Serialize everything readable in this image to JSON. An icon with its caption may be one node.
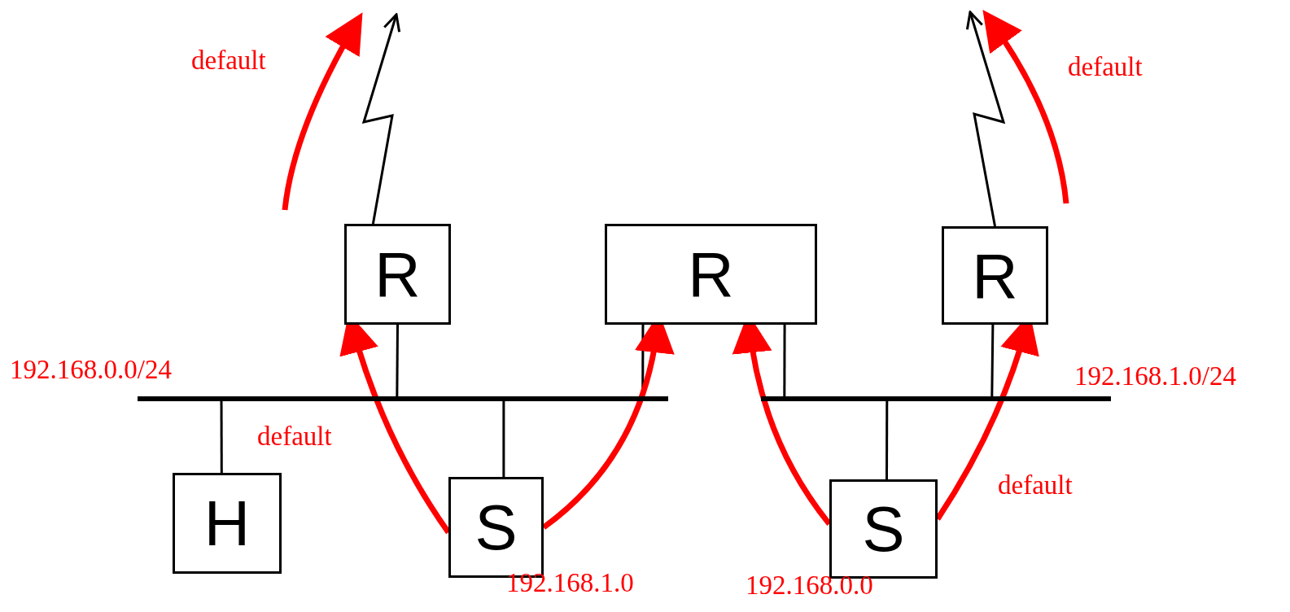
{
  "diagram": {
    "nodes": [
      {
        "text": [
          "R"
        ]
      },
      {
        "text": [
          "R"
        ]
      },
      {
        "text": [
          "R"
        ]
      },
      {
        "text": [],
        "shape": "bar",
        "beside": [
          "192.168.0.0/24"
        ]
      },
      {
        "text": [],
        "shape": "bar",
        "beside": [
          "192.168.1.0/24"
        ]
      },
      {
        "text": [
          "H"
        ]
      },
      {
        "text": [
          "S"
        ]
      },
      {
        "text": [
          "S"
        ]
      }
    ],
    "edges": [
      {
        "from": 0,
        "to": 3,
        "arrow": "none"
      },
      {
        "from": 5,
        "to": 3,
        "arrow": "none"
      },
      {
        "from": 6,
        "to": 3,
        "arrow": "none"
      },
      {
        "from": 1,
        "to": 3,
        "arrow": "none"
      },
      {
        "from": 1,
        "to": 4,
        "arrow": "none"
      },
      {
        "from": 7,
        "to": 4,
        "arrow": "none"
      },
      {
        "from": 2,
        "to": 4,
        "arrow": "none"
      },
      {
        "from": 0,
        "to": null,
        "arrow": "to"
      },
      {
        "from": 2,
        "to": null,
        "arrow": "to"
      },
      {
        "from": 6,
        "to": 0,
        "arrow": "to",
        "label": "default",
        "style": "thick",
        "color": "#ff0000"
      },
      {
        "from": 6,
        "to": 1,
        "arrow": "to",
        "label": "192.168.1.0",
        "style": "thick",
        "color": "#ff0000"
      },
      {
        "from": 7,
        "to": 1,
        "arrow": "to",
        "label": "192.168.0.0",
        "style": "thick",
        "color": "#ff0000"
      },
      {
        "from": 7,
        "to": 2,
        "arrow": "to",
        "label": "default",
        "style": "thick",
        "color": "#ff0000"
      }
    ],
    "labels": [
      "default",
      "default"
    ]
  }
}
